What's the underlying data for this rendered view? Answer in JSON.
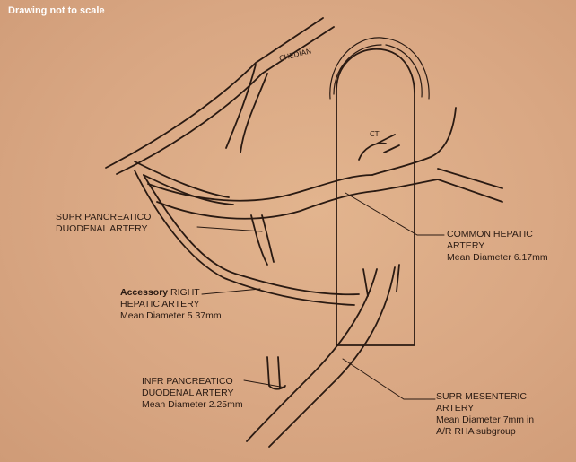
{
  "note": "Drawing not to scale",
  "handwritten": {
    "median": "CHEDIAN",
    "ct": "CT"
  },
  "labels": {
    "supr_pd": {
      "line1": "SUPR PANCREATICO",
      "line2": "DUODENAL ARTERY"
    },
    "common_hepatic": {
      "line1": "COMMON HEPATIC",
      "line2": "ARTERY",
      "line3": "Mean Diameter 6.17mm"
    },
    "accessory_rha": {
      "line1_bold": "Accessory",
      "line1_rest": " RIGHT",
      "line2": "HEPATIC ARTERY",
      "line3": "Mean Diameter 5.37mm"
    },
    "infr_pd": {
      "line1": "INFR PANCREATICO",
      "line2": "DUODENAL ARTERY",
      "line3": "Mean Diameter 2.25mm"
    },
    "sma": {
      "line1": "SUPR MESENTERIC",
      "line2": "ARTERY",
      "line3": "Mean Diameter 7mm in",
      "line4": "A/R RHA subgroup"
    }
  },
  "colors": {
    "background": "#d9a783",
    "ink": "#2a1a12",
    "note_text": "#ffffff"
  }
}
